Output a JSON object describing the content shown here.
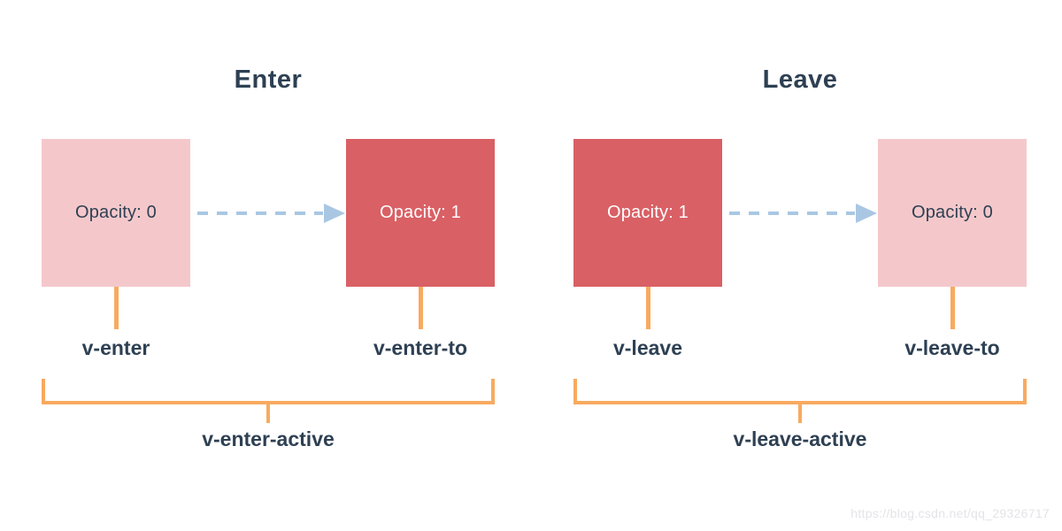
{
  "colors": {
    "pink": "#f4c8cb",
    "red": "#d96065",
    "orange": "#f8aa60",
    "blue": "#a9c7e3",
    "navy": "#2e4053",
    "white": "#ffffff",
    "gray": "#e4e4e8",
    "background": "#ffffff"
  },
  "watermark": "https://blog.csdn.net/qq_29326717",
  "panels": [
    {
      "title": "Enter",
      "from_box": {
        "label": "Opacity: 0",
        "variant": "pink"
      },
      "to_box": {
        "label": "Opacity: 1",
        "variant": "red"
      },
      "from_class": "v-enter",
      "to_class": "v-enter-to",
      "active_class": "v-enter-active"
    },
    {
      "title": "Leave",
      "from_box": {
        "label": "Opacity: 1",
        "variant": "red"
      },
      "to_box": {
        "label": "Opacity: 0",
        "variant": "pink"
      },
      "from_class": "v-leave",
      "to_class": "v-leave-to",
      "active_class": "v-leave-active"
    }
  ]
}
